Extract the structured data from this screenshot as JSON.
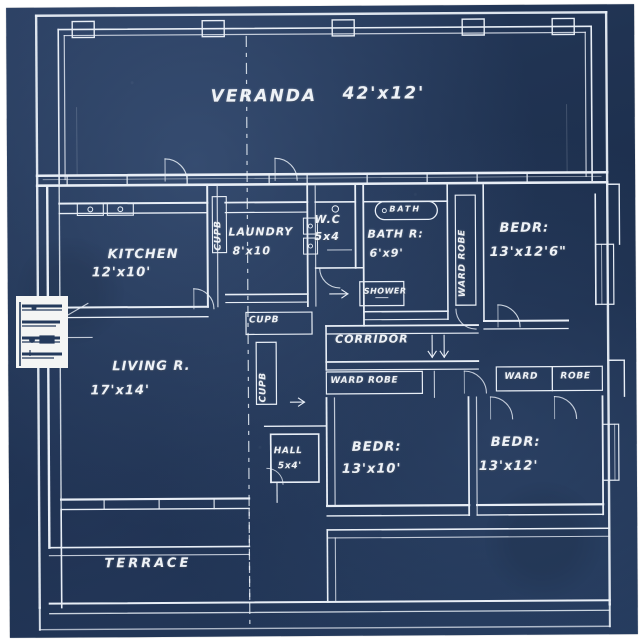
{
  "document": {
    "type": "blueprint-floor-plan",
    "background_color": "#20304f",
    "line_color": "#eef2f7",
    "paper_color": "#ffffff"
  },
  "rooms": [
    {
      "name": "VERANDA",
      "dimensions": "42'x12'"
    },
    {
      "name": "KITCHEN",
      "dimensions": "12'x10'"
    },
    {
      "name": "LAUNDRY",
      "dimensions": "8'x10'"
    },
    {
      "name": "W.C",
      "dimensions": "5x4"
    },
    {
      "name": "BATH R:",
      "dimensions": "6'x9'"
    },
    {
      "name": "BEDR:",
      "dimensions": "13'x12'6\""
    },
    {
      "name": "LIVING R.",
      "dimensions": "17'x14'"
    },
    {
      "name": "CORRIDOR",
      "dimensions": ""
    },
    {
      "name": "HALL",
      "dimensions": "5x4'"
    },
    {
      "name": "BEDR:",
      "dimensions": "13'x10'"
    },
    {
      "name": "BEDR:",
      "dimensions": "13'x12'"
    },
    {
      "name": "TERRACE",
      "dimensions": ""
    }
  ],
  "labels": {
    "veranda_name": "VERANDA",
    "veranda_dim": "42'x12'",
    "kitchen_name": "KITCHEN",
    "kitchen_dim": "12'x10'",
    "laundry_name": "LAUNDRY",
    "laundry_dim": "8'x10",
    "wc_name": "W.C",
    "wc_dim": "5x4",
    "bath_tag": "BATH",
    "bathr_name": "BATH R:",
    "bathr_dim": "6'x9'",
    "shower": "SHOWER",
    "bedr1_name": "BEDR:",
    "bedr1_dim": "13'x12'6\"",
    "livingr_name": "LIVING R.",
    "livingr_dim": "17'x14'",
    "corridor": "CORRIDOR",
    "hall_name": "HALL",
    "hall_dim": "5x4'",
    "bedr2_name": "BEDR:",
    "bedr2_dim": "13'x10'",
    "bedr3_name": "BEDR:",
    "bedr3_dim": "13'x12'",
    "terrace": "TERRACE",
    "cupb_kitchen": "CUPB",
    "cupb_mid": "CUPB",
    "cupb_vert": "CUPB",
    "wardrobe_vert": "WARD ROBE",
    "wardrobe_corridor": "WARD ROBE",
    "ward_right": "WARD",
    "robe_right": "ROBE"
  }
}
